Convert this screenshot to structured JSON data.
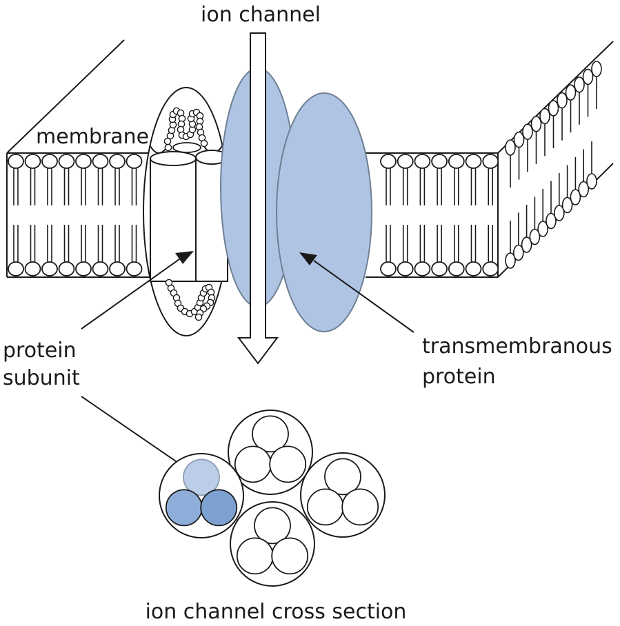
{
  "labels": {
    "ion_channel": "ion channel",
    "membrane": "membrane",
    "protein_line1": "protein",
    "protein_line2": "subunit",
    "transmem_line1": "transmembranous",
    "transmem_line2": "protein",
    "cross_section": "ion channel cross section"
  },
  "colors": {
    "protein_blue": "#aec4e2",
    "subunit_light": "#bccde8",
    "subunit_mid": "#8eadd9",
    "subunit_dark": "#7da1d0",
    "outline": "#1a1a1a",
    "background": "#ffffff"
  },
  "icons": {
    "flow_arrow": "down-arrow-icon",
    "pointer": "arrow-pointer-icon"
  }
}
